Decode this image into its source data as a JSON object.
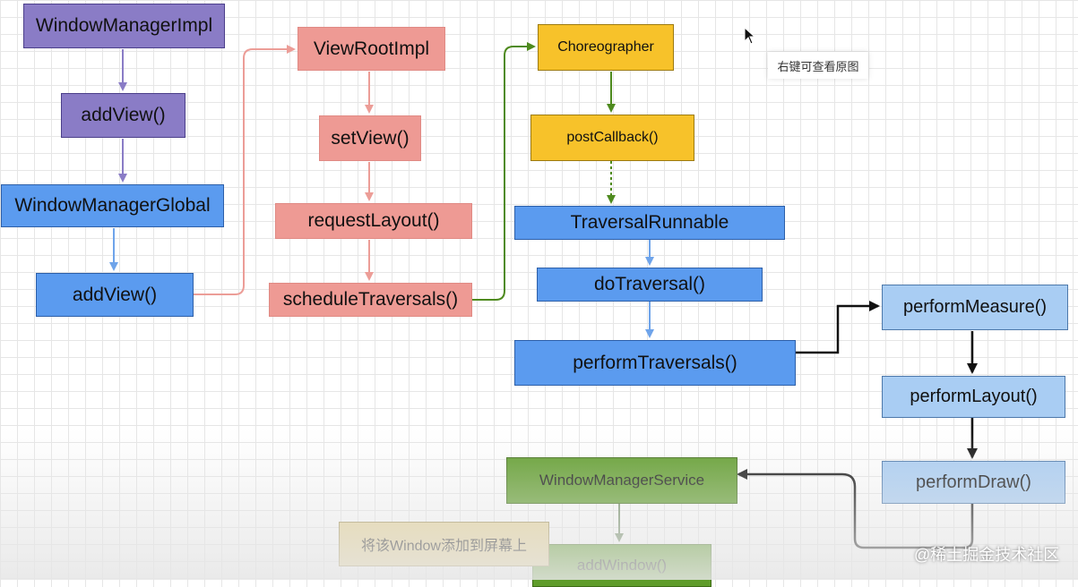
{
  "nodes": {
    "window_manager_impl": "WindowManagerImpl",
    "add_view_1": "addView()",
    "window_manager_global": "WindowManagerGlobal",
    "add_view_2": "addView()",
    "view_root_impl": "ViewRootImpl",
    "set_view": "setView()",
    "request_layout": "requestLayout()",
    "schedule_traversals": "scheduleTraversals()",
    "choreographer": "Choreographer",
    "post_callback": "postCallback()",
    "traversal_runnable": "TraversalRunnable",
    "do_traversal": "doTraversal()",
    "perform_traversals": "performTraversals()",
    "perform_measure": "performMeasure()",
    "perform_layout": "performLayout()",
    "perform_draw": "performDraw()",
    "window_manager_service": "WindowManagerService",
    "add_window": "addWindow()",
    "add_to_screen_note": "将该Window添加到屏幕上"
  },
  "context_hint": "右键可查看原图",
  "watermark": "@稀土掘金技术社区",
  "colors": {
    "purple": "#8a7cc6",
    "blue": "#5b9bef",
    "pink": "#ee9a94",
    "yellow": "#f7c22a",
    "light_blue": "#a9cdf3",
    "green": "#5f9c2a",
    "note": "#e7d293"
  },
  "icons": [
    "mouse-cursor-icon"
  ]
}
